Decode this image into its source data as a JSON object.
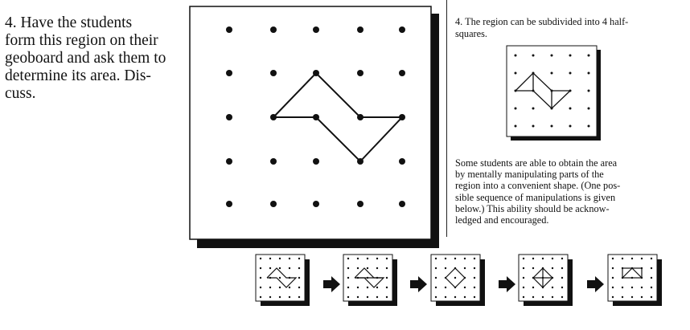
{
  "left": {
    "lines": [
      "4.  Have the students",
      "form this region on their",
      "geoboard and ask them to",
      "determine its area.  Dis-",
      "cuss."
    ]
  },
  "right": {
    "heading_lines": [
      "4.  The region can be subdivided into 4 half-",
      "squares."
    ],
    "body_lines": [
      "Some students are able to obtain the area",
      "by mentally manipulating parts of the",
      "region into a convenient shape.  (One pos-",
      "sible sequence of manipulations is given",
      "below.)  This ability should be acknow-",
      "ledged and encouraged."
    ]
  },
  "colors": {
    "ink": "#111111",
    "shadow": "#111111",
    "background": "#ffffff"
  },
  "icons": {
    "arrow": "right-arrow-icon"
  }
}
